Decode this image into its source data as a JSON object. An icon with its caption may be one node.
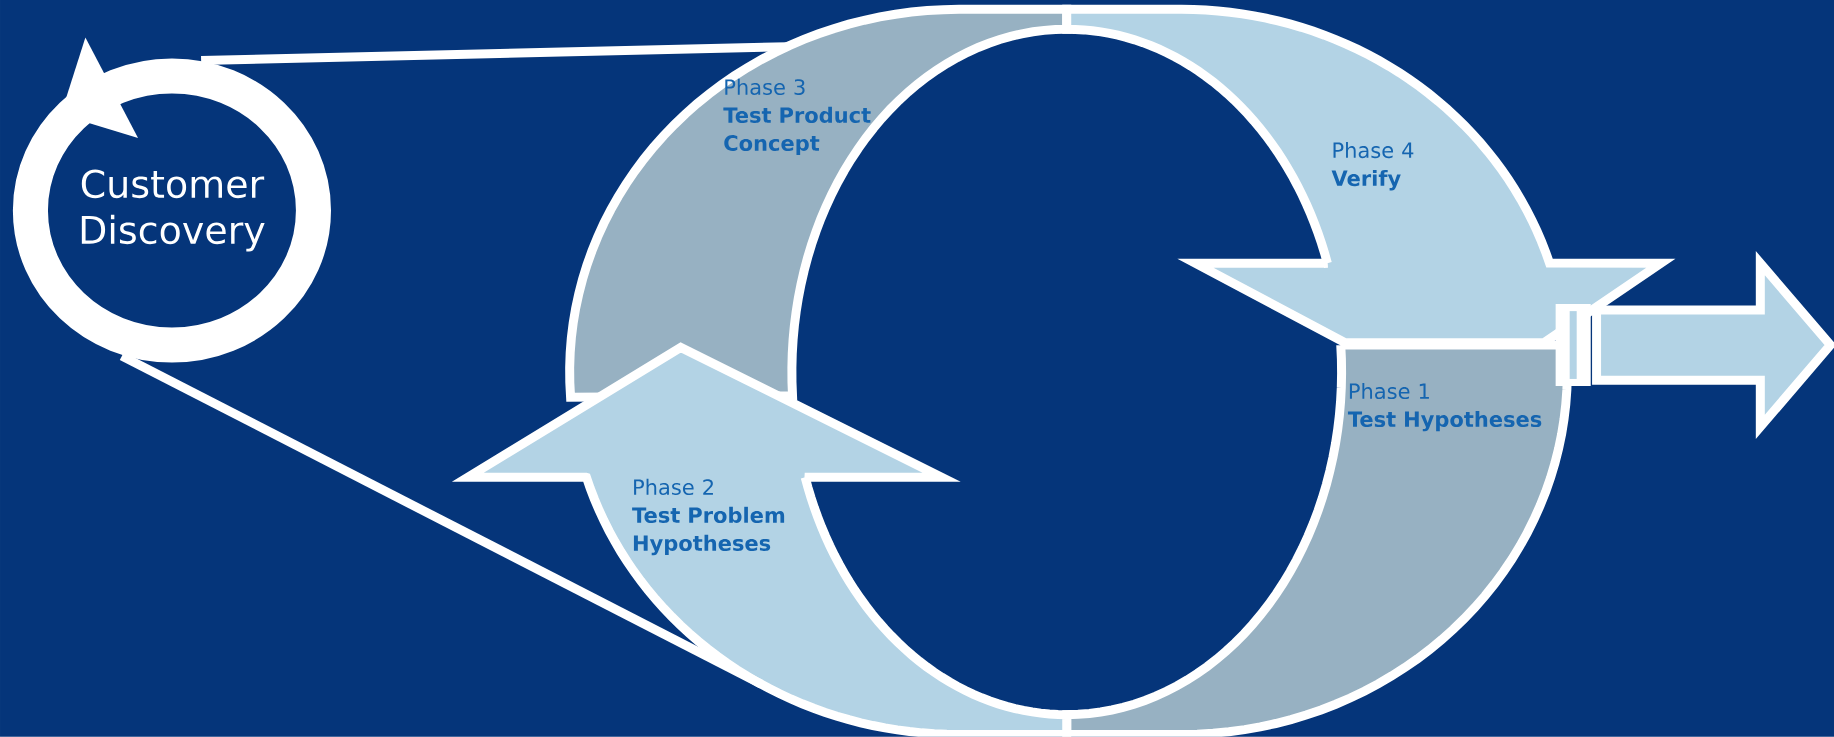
{
  "diagram": {
    "nodes": [
      {
        "text": [
          "Customer Discovery"
        ]
      },
      {
        "text": [
          "Phase 1",
          "Test Hypotheses"
        ]
      },
      {
        "text": [
          "Phase 2",
          "Test Problem Hypotheses"
        ]
      },
      {
        "text": [
          "Phase 3",
          "Test Product Concept"
        ]
      },
      {
        "text": [
          "Phase 4",
          "Verify"
        ]
      }
    ],
    "edges": [
      {
        "from": 0,
        "to": 3,
        "arrow": "none"
      },
      {
        "from": 0,
        "to": 2,
        "arrow": "none"
      },
      {
        "from": 1,
        "to": null,
        "arrow": "to"
      }
    ]
  }
}
